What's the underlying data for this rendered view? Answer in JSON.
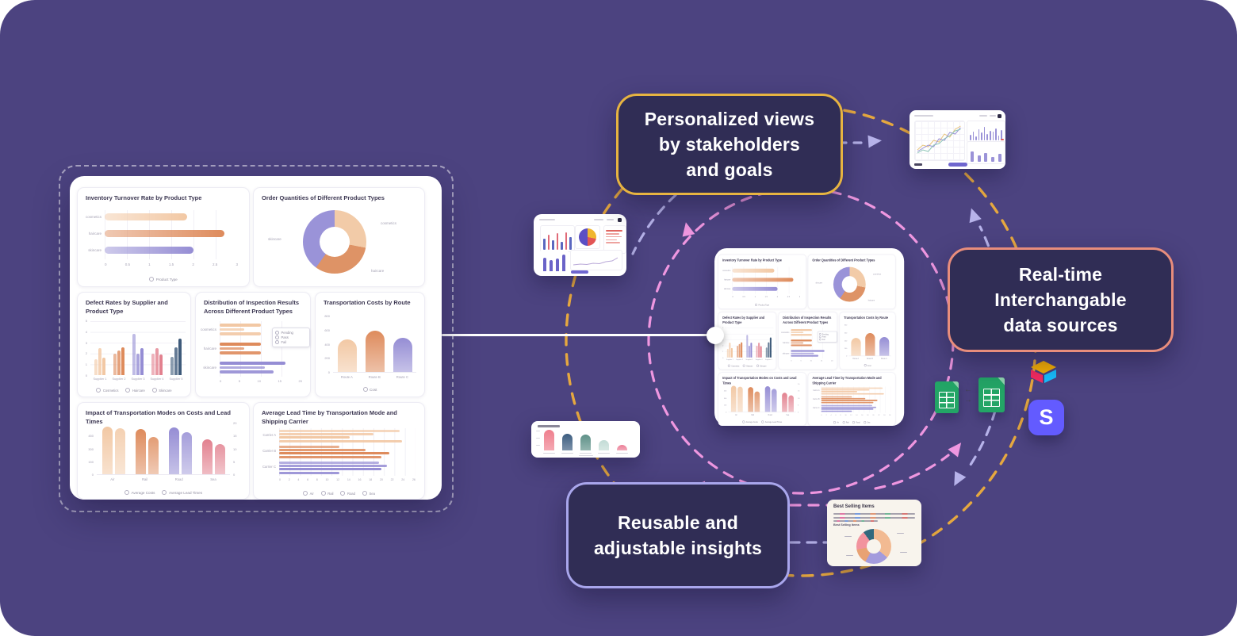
{
  "callouts": [
    {
      "id": "personalized",
      "text": "Personalized views\nby stakeholders\nand goals",
      "border_color": "#e7b441"
    },
    {
      "id": "realtime",
      "text": "Real-time\nInterchangable\ndata sources",
      "border_color": "#e88d7c"
    },
    {
      "id": "reusable",
      "text": "Reusable and\nadjustable insights",
      "border_color": "#a9a6ec"
    }
  ],
  "connector_colors": {
    "outer_ring": "#e6a83f",
    "middle_ring": "#b7b3ea",
    "inner_ring": "#ef97e0",
    "link_line": "#ffffff"
  },
  "integrations": {
    "sheets_icon_color": "#23a566",
    "airtable_icon_colors": {
      "top": "#fcb400",
      "left": "#f82b60",
      "right": "#18bfff"
    },
    "stripe_icon": {
      "letter": "S",
      "bg": "#635bff"
    }
  },
  "chart_data": [
    {
      "id": "inventory",
      "panel": "main-dashboard",
      "type": "bar",
      "orientation": "horizontal",
      "title": "Inventory Turnover Rate by Product Type",
      "categories": [
        "cosmetics",
        "haircare",
        "skincare"
      ],
      "values": [
        1.85,
        2.7,
        2.0
      ],
      "colors": [
        "#f2c8a4",
        "#de8b5c",
        "#958dd4"
      ],
      "xticks": [
        "0",
        "0.5",
        "1",
        "1.5",
        "2",
        "2.5",
        "3"
      ],
      "xlim": [
        0,
        3
      ],
      "legend": [
        "Product Type"
      ]
    },
    {
      "id": "order-quantities",
      "panel": "main-dashboard",
      "type": "pie",
      "title": "Order Quantities of Different Product Types",
      "labels": [
        "cosmetics",
        "haircare",
        "skincare"
      ],
      "values": [
        28,
        32,
        40
      ],
      "colors": [
        "#f2cba8",
        "#de9366",
        "#9a93d8"
      ]
    },
    {
      "id": "defect-rates",
      "panel": "main-dashboard",
      "type": "bar",
      "orientation": "vertical",
      "grouped": true,
      "title": "Defect Rates by Supplier and Product Type",
      "categories": [
        "Supplier 1",
        "Supplier 2",
        "Supplier 3",
        "Supplier 4",
        "Supplier 5"
      ],
      "series_labels": [
        "Cosmetics",
        "Haircare",
        "Skincare"
      ],
      "values": [
        [
          1.5,
          2.5,
          1.6
        ],
        [
          2.0,
          2.3,
          2.6
        ],
        [
          3.8,
          2.0,
          2.5
        ],
        [
          2.0,
          2.5,
          1.9
        ],
        [
          1.7,
          2.6,
          3.4
        ]
      ],
      "group_colors": [
        "#f2c8a4",
        "#de8b5c",
        "#958dd4",
        "#e2818f",
        "#3e5a7a"
      ],
      "yticks": [
        "0",
        "1",
        "2",
        "3",
        "4",
        "5"
      ],
      "ylim": [
        0,
        5
      ],
      "legend": [
        "Cosmetics",
        "Haircare",
        "Skincare"
      ]
    },
    {
      "id": "inspection",
      "panel": "main-dashboard",
      "type": "bar",
      "orientation": "horizontal",
      "grouped": true,
      "title": "Distribution of Inspection Results Across Different Product Types",
      "categories": [
        "cosmetics",
        "haircare",
        "skincare"
      ],
      "series_labels": [
        "Pending",
        "Pass",
        "Fail"
      ],
      "values": [
        [
          10,
          6,
          10
        ],
        [
          10,
          6,
          10
        ],
        [
          16,
          11,
          13
        ]
      ],
      "group_colors": [
        "#f2c8a4",
        "#de8b5c",
        "#958dd4"
      ],
      "xticks": [
        "0",
        "5",
        "10",
        "15",
        "20"
      ],
      "xlim": [
        0,
        20
      ],
      "legend": [
        "Pending",
        "Pass",
        "Fail"
      ],
      "legend_style": "floating-box"
    },
    {
      "id": "transport-costs",
      "panel": "main-dashboard",
      "type": "bar",
      "orientation": "vertical",
      "title": "Transportation Costs by Route",
      "categories": [
        "Route A",
        "Route B",
        "Route C"
      ],
      "values": [
        470,
        590,
        490
      ],
      "colors": [
        "#f2c8a4",
        "#de8b5c",
        "#958dd4"
      ],
      "yticks": [
        "0",
        "200",
        "400",
        "600",
        "800"
      ],
      "ylim": [
        0,
        800
      ],
      "legend": [
        "Cost"
      ]
    },
    {
      "id": "impact-modes",
      "panel": "main-dashboard",
      "type": "bar",
      "orientation": "vertical",
      "grouped": true,
      "title": "Impact of Transportation Modes on Costs and Lead Times",
      "categories": [
        "Air",
        "Rail",
        "Road",
        "Sea"
      ],
      "series_labels": [
        "Average Costs",
        "Average Lead Times"
      ],
      "values": [
        [
          560,
          545
        ],
        [
          530,
          440
        ],
        [
          555,
          500
        ],
        [
          410,
          355
        ]
      ],
      "group_colors": [
        "#f2c8a4",
        "#de8b5c",
        "#958dd4",
        "#e2818f"
      ],
      "yticks": [
        "0",
        "150",
        "300",
        "450",
        "600"
      ],
      "yticks_right": [
        "0",
        "5",
        "10",
        "15",
        "20"
      ],
      "ylim": [
        0,
        600
      ],
      "legend": [
        "Average Costs",
        "Average Lead Times"
      ]
    },
    {
      "id": "lead-time",
      "panel": "main-dashboard",
      "type": "bar",
      "orientation": "horizontal",
      "grouped": true,
      "title": "Average Lead Time by Transportation Mode and Shipping Carrier",
      "categories": [
        "Carrier A",
        "Carrier B",
        "Carrier C"
      ],
      "series_labels": [
        "Air",
        "Rail",
        "Road",
        "Sea"
      ],
      "values": [
        [
          23,
          18,
          13.5,
          23.5
        ],
        [
          11.5,
          16.5,
          21,
          19.5
        ],
        [
          19,
          20.5,
          19.5,
          11.5
        ]
      ],
      "group_colors": [
        "#f2c8a4",
        "#de8b5c",
        "#958dd4"
      ],
      "xticks": [
        "0",
        "2",
        "4",
        "6",
        "8",
        "10",
        "12",
        "14",
        "16",
        "18",
        "20",
        "22",
        "24",
        "26"
      ],
      "xlim": [
        0,
        26
      ],
      "legend": [
        "Air",
        "Rail",
        "Road",
        "Sea"
      ]
    },
    {
      "id": "best-selling",
      "panel": "best-selling-card",
      "type": "pie",
      "title": "Best Selling Items",
      "subtitle": "Best Selling items",
      "values": [
        36,
        22,
        14,
        18,
        10
      ],
      "colors": [
        "#f2ba92",
        "#a49bdd",
        "#e8a273",
        "#f2939e",
        "#31687d"
      ]
    },
    {
      "id": "mini-bars",
      "panel": "bars-snippet-card",
      "type": "bar",
      "orientation": "vertical",
      "values": [
        78,
        64,
        60,
        38,
        22
      ],
      "colors": [
        "#ef7e8d",
        "#3c5d80",
        "#5f9188",
        "#c3dcd6",
        "#ec7f97"
      ]
    },
    {
      "id": "tablet-bars",
      "panel": "tablet-thumbnail",
      "type": "bar",
      "values": [
        55,
        75,
        45,
        80,
        38,
        85,
        60
      ],
      "colors": [
        "#5b67c0",
        "#e06a78",
        "#5b67c0",
        "#e06a78",
        "#5b67c0",
        "#e06a78",
        "#5b67c0"
      ]
    },
    {
      "id": "tablet-pie",
      "panel": "tablet-thumbnail",
      "type": "pie",
      "values": [
        28,
        22,
        50
      ],
      "colors": [
        "#f0b62f",
        "#e25555",
        "#5b4fc4"
      ]
    },
    {
      "id": "tablet-purple-bars",
      "panel": "tablet-thumbnail",
      "type": "bar",
      "values": [
        48,
        38,
        44,
        58
      ],
      "colors": [
        "#6a63c8",
        "#6a63c8",
        "#6a63c8",
        "#6a63c8"
      ]
    },
    {
      "id": "laptop-lines",
      "panel": "laptop-thumbnail",
      "type": "line",
      "series": [
        {
          "values": [
            20,
            35,
            30,
            50,
            45,
            70,
            60,
            85,
            95
          ]
        },
        {
          "values": [
            15,
            25,
            35,
            30,
            55,
            50,
            75,
            70,
            90
          ]
        },
        {
          "values": [
            10,
            20,
            15,
            35,
            40,
            55,
            65,
            80,
            85
          ]
        }
      ],
      "colors": [
        "#e8c47a",
        "#9b93d8",
        "#8fc7b8"
      ]
    },
    {
      "id": "laptop-bars-top",
      "panel": "laptop-thumbnail",
      "type": "bar",
      "values": [
        40,
        65,
        30,
        80,
        55,
        95,
        45,
        70,
        60,
        85,
        35,
        75
      ],
      "colors": [
        "#9b93d8"
      ]
    },
    {
      "id": "laptop-bars-bottom",
      "panel": "laptop-thumbnail",
      "type": "bar",
      "values": [
        70,
        45,
        60,
        35,
        55
      ],
      "colors": [
        "#9b93d8"
      ]
    }
  ]
}
